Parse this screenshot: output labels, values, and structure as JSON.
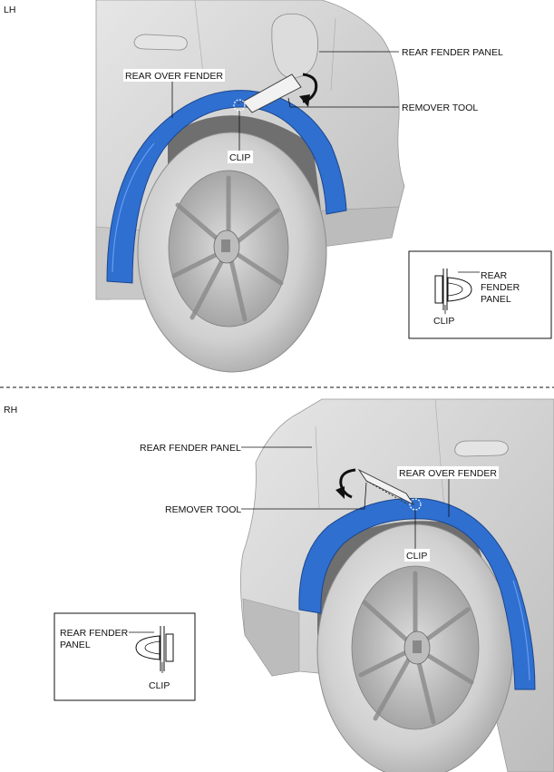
{
  "lh": {
    "side": "LH",
    "rear_fender_panel": "REAR FENDER PANEL",
    "rear_over_fender": "REAR OVER FENDER",
    "remover_tool": "REMOVER TOOL",
    "clip": "CLIP",
    "inset": {
      "panel_line1": "REAR",
      "panel_line2": "FENDER",
      "panel_line3": "PANEL",
      "clip": "CLIP"
    }
  },
  "rh": {
    "side": "RH",
    "rear_fender_panel": "REAR FENDER PANEL",
    "rear_over_fender": "REAR OVER FENDER",
    "remover_tool": "REMOVER TOOL",
    "clip": "CLIP",
    "inset": {
      "panel_line1": "REAR FENDER",
      "panel_line2": "PANEL",
      "clip": "CLIP"
    }
  },
  "colors": {
    "fender_blue": "#2f6fd0",
    "body_grey": "#d2d2d2",
    "tire_grey": "#c4c4c4"
  }
}
